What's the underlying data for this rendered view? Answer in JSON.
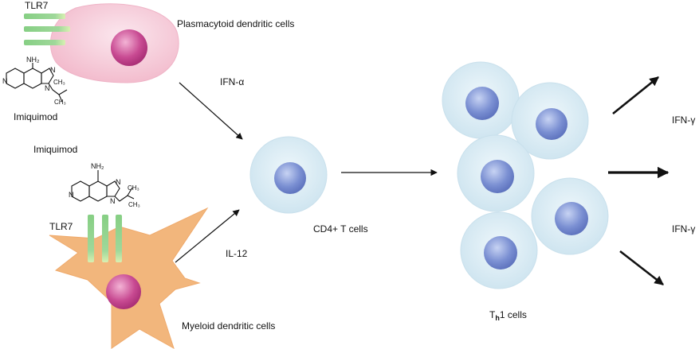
{
  "labels": {
    "tlr7_top": "TLR7",
    "pdc": "Plasmacytoid dendritic cells",
    "imiquimod_top": "Imiquimod",
    "imiquimod_mid": "Imiquimod",
    "ifn_alpha": "IFN-α",
    "il12": "IL-12",
    "tlr7_bottom": "TLR7",
    "cd4": "CD4+ T cells",
    "mdc": "Myeloid dendritic cells",
    "th1_main": "T",
    "th1_sub": "h",
    "th1_tail": "1 cells",
    "ifn_gamma_1": "IFN-γ",
    "ifn_gamma_2": "IFN-γ"
  },
  "chem": {
    "nh2": "NH₂",
    "n1": "N",
    "n2": "N",
    "n3": "N",
    "ch3a": "CH₃",
    "ch3b": "CH₃"
  },
  "colors": {
    "pdc_fill": "#f6c9d6",
    "mdc_fill": "#f2b87e",
    "nucleus_pink": "#c2408a",
    "tcell_fill": "#dceef6",
    "tcell_nucleus": "#6f86cc",
    "receptor_green": "#8fd28a",
    "receptor_tip": "#d8efb0",
    "arrow": "#111111"
  }
}
